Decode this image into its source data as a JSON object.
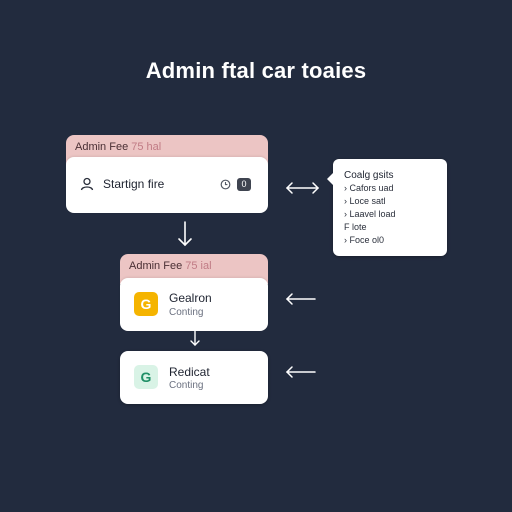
{
  "title": "Admin ftal car toaies",
  "card1": {
    "header": "Admin Fee",
    "header_suffix": "75 hal",
    "label": "Startign fire",
    "icon": "user-icon",
    "status_icon": "clock-icon",
    "badge": "0"
  },
  "card2": {
    "header": "Admin Fee",
    "header_suffix": "75 ial",
    "label": "Gealron",
    "sub": "Conting",
    "icon": "app-icon-yellow",
    "icon_glyph": "G",
    "color": "#f5b400"
  },
  "card3": {
    "label": "Redicat",
    "sub": "Conting",
    "icon": "app-icon-green",
    "icon_glyph": "G",
    "color": "#3fb58a"
  },
  "note": {
    "title": "Coalg gsits",
    "items": [
      "› Cafors uad",
      "› Loce satl",
      "› Laavel load",
      "F lote",
      "› Foce ol0"
    ]
  },
  "colors": {
    "background": "#222b3e",
    "header_pink": "#ecc5c4",
    "arrow": "#ffffff"
  }
}
